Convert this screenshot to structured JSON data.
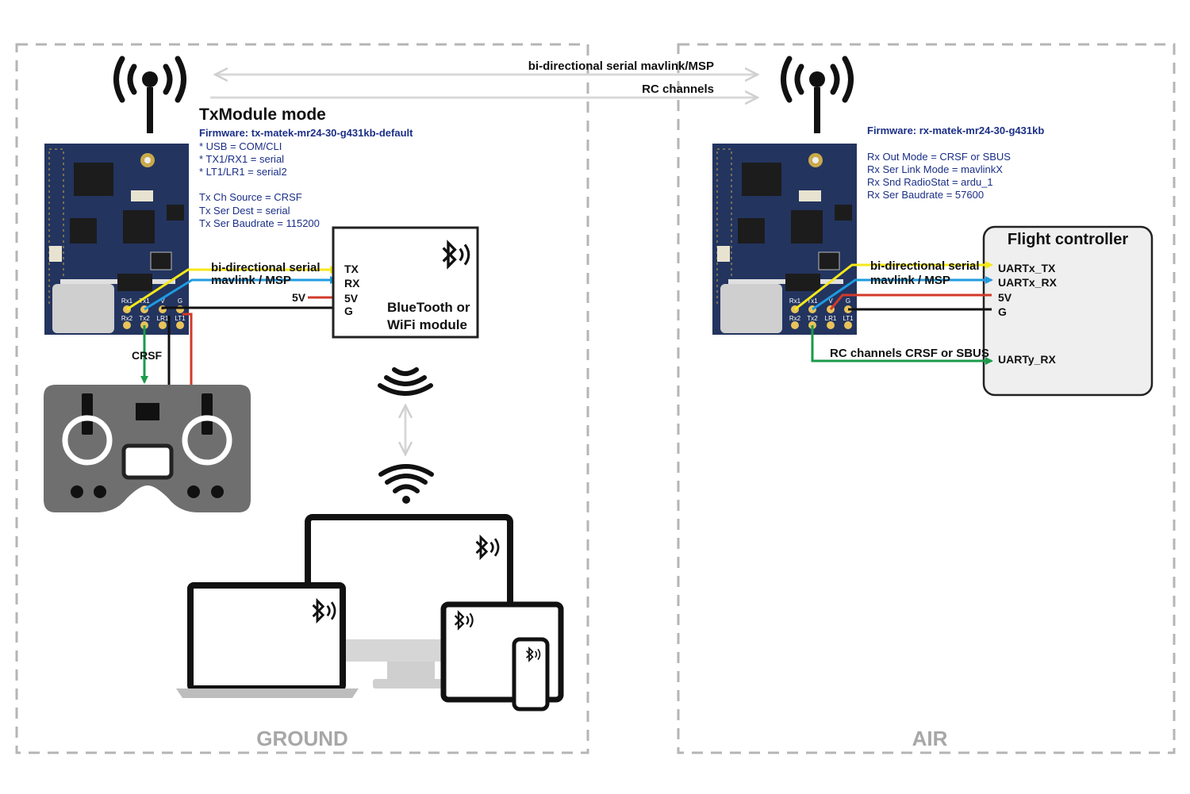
{
  "links": {
    "top": "bi-directional serial mavlink/MSP",
    "bottom": "RC channels"
  },
  "ground": {
    "zone_label": "GROUND",
    "title": "TxModule mode",
    "firmware": "Firmware: tx-matek-mr24-30-g431kb-default",
    "config": [
      "* USB = COM/CLI",
      "* TX1/RX1 = serial",
      "* LT1/LR1 = serial2",
      "",
      "Tx Ch Source = CRSF",
      "Tx Ser Dest = serial",
      "Tx Ser Baudrate = 115200"
    ],
    "wire_label_1": "bi-directional serial",
    "wire_label_2": "mavlink / MSP",
    "wire_5v": "5V",
    "crsf": "CRSF",
    "bt_pins": [
      "TX",
      "RX",
      "5V",
      "G"
    ],
    "bt_module_line1": "BlueTooth or",
    "bt_module_line2": "WiFi module",
    "board_pins_top": [
      "Rx1",
      "Tx1",
      "V",
      "G"
    ],
    "board_pins_bottom": [
      "Rx2",
      "Tx2",
      "LR1",
      "LT1"
    ]
  },
  "air": {
    "zone_label": "AIR",
    "firmware": "Firmware: rx-matek-mr24-30-g431kb",
    "config": [
      "Rx Out Mode = CRSF or SBUS",
      "Rx Ser Link Mode = mavlinkX",
      "Rx Snd RadioStat = ardu_1",
      "Rx Ser Baudrate = 57600"
    ],
    "wire_label_1": "bi-directional serial",
    "wire_label_2": "mavlink / MSP",
    "rc_label": "RC channels CRSF or SBUS",
    "fc_title": "Flight controller",
    "fc_pins": [
      "UARTx_TX",
      "UARTx_RX",
      "5V",
      "G",
      "UARTy_RX"
    ],
    "board_pins_top": [
      "Rx1",
      "Tx1",
      "V",
      "G"
    ],
    "board_pins_bottom": [
      "Rx2",
      "Tx2",
      "LR1",
      "LT1"
    ]
  },
  "colors": {
    "yellow": "#f6e81a",
    "blue": "#1e9be0",
    "red": "#d23a2a",
    "green": "#1a9a4a",
    "navy": "#1b2f86",
    "board": "#23345f",
    "dash": "#b5b5b5"
  },
  "icons": [
    "antenna-icon",
    "bluetooth-icon",
    "wireless-waves-icon",
    "wifi-icon",
    "rc-transmitter-icon",
    "monitor-icon",
    "laptop-icon",
    "tablet-icon",
    "phone-icon"
  ]
}
